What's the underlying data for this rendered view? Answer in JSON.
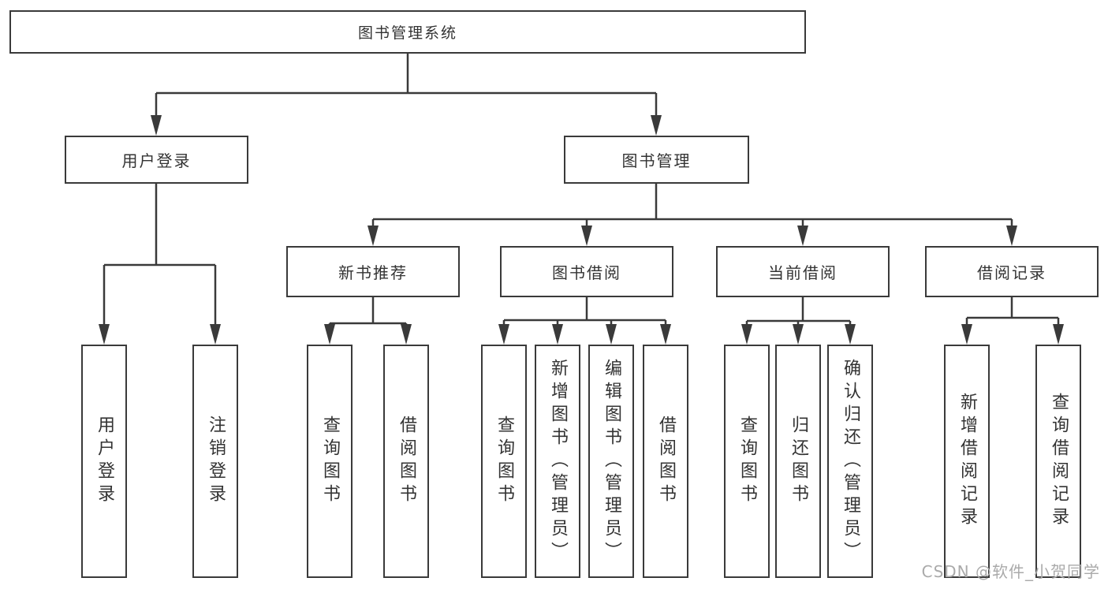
{
  "colors": {
    "line": "#3a3a3a",
    "box_border": "#3a3a3a",
    "text": "#333333",
    "background": "#ffffff",
    "watermark": "#aaaaaa"
  },
  "watermark": {
    "text": "CSDN @软件_小贺同学"
  },
  "tree": {
    "root": {
      "label": "图书管理系统",
      "children": [
        {
          "label": "用户登录",
          "children": [
            {
              "label": "用户登录"
            },
            {
              "label": "注销登录"
            }
          ]
        },
        {
          "label": "图书管理",
          "children": [
            {
              "label": "新书推荐",
              "children": [
                {
                  "label": "查询图书"
                },
                {
                  "label": "借阅图书"
                }
              ]
            },
            {
              "label": "图书借阅",
              "children": [
                {
                  "label": "查询图书"
                },
                {
                  "label": "新增图书（管理员）"
                },
                {
                  "label": "编辑图书（管理员）"
                },
                {
                  "label": "借阅图书"
                }
              ]
            },
            {
              "label": "当前借阅",
              "children": [
                {
                  "label": "查询图书"
                },
                {
                  "label": "归还图书"
                },
                {
                  "label": "确认归还（管理员）"
                }
              ]
            },
            {
              "label": "借阅记录",
              "children": [
                {
                  "label": "新增借阅记录"
                },
                {
                  "label": "查询借阅记录"
                }
              ]
            }
          ]
        }
      ]
    }
  }
}
